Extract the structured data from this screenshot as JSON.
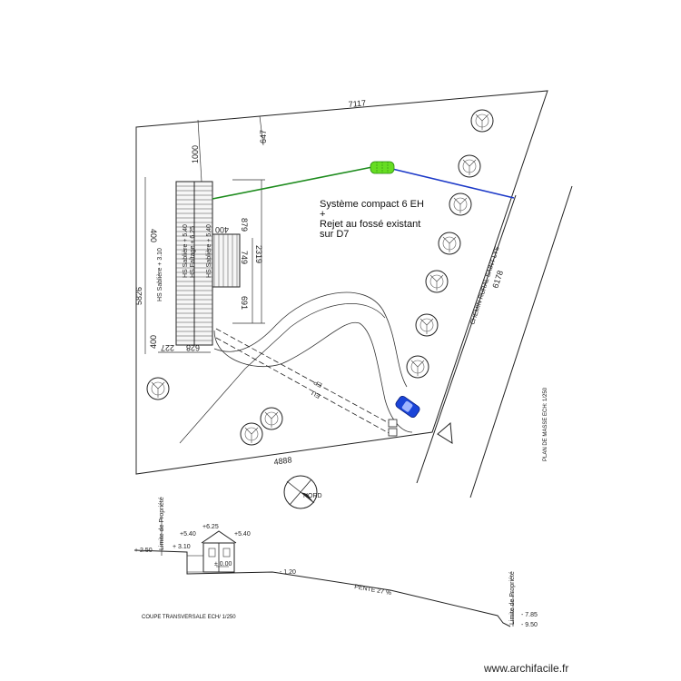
{
  "plan": {
    "dims": {
      "top": "7117",
      "right": "6178",
      "left": "5826",
      "bottom": "4888",
      "d1000": "1000",
      "d647": "647",
      "d879": "879",
      "d2319": "2319",
      "d749": "749",
      "d691": "691",
      "d400a": "400",
      "d400b": "400",
      "d400c": "400",
      "d227": "227",
      "d628": "628"
    },
    "house_labels": {
      "hs_sabliere_310": "HS Sablière + 3.10",
      "hs_sabliere_540_a": "HS Sablière + 5.40",
      "hs_faitage_625": "HS Faîtage + 6.25",
      "hs_sabliere_540_b": "HS Sablière + 5.40"
    },
    "road_label": "CHEMIN RURAL SAINT LYS",
    "drain_labels": {
      "ep": "EP",
      "eu": "EU"
    },
    "system_note": {
      "line1": "Système compact 6 EH",
      "line2": "+",
      "line3": "Rejet au fossé existant",
      "line4": "sur D7"
    },
    "north_label": "NORD",
    "plan_title": "PLAN DE MASSE ECH: 1/250"
  },
  "section": {
    "title": "COUPE TRANSVERSALE ECH/ 1/250",
    "limit_left": "Limite de Propriété",
    "limit_right": "Limite de Propriété",
    "slope": "PENTE 27 %",
    "levels": {
      "l250": "+ 2.50",
      "l310": "+ 3.10",
      "l540a": "+5.40",
      "l625": "+6.25",
      "l540b": "+5.40",
      "l000": "± 0.00",
      "l120": "- 1.20",
      "l785": "- 7.85",
      "l950": "- 9.50"
    }
  },
  "watermark": "www.archifacile.fr",
  "colors": {
    "green_pipe": "#1e8c1e",
    "blue_pipe": "#1c39c8",
    "tank": "#66dd22",
    "car": "#1a44d8"
  }
}
